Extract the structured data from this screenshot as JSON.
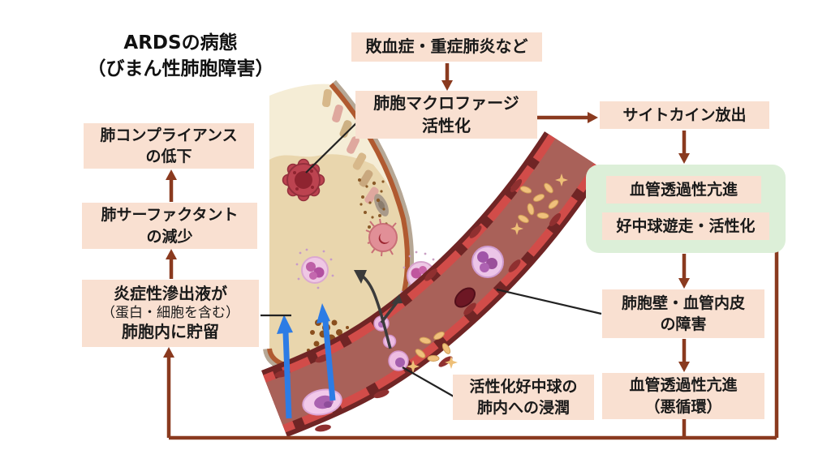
{
  "title": {
    "line1": "ARDSの病態",
    "line2": "（びまん性肺胞障害）"
  },
  "nodes": {
    "sepsis": "敗血症・重症肺炎など",
    "macrophage_l1": "肺胞マクロファージ",
    "macrophage_l2": "活性化",
    "cytokine": "サイトカイン放出",
    "permeability": "血管透過性亢進",
    "neutrophil": "好中球遊走・活性化",
    "wall_l1": "肺胞壁・血管内皮",
    "wall_l2": "の障害",
    "vicious_l1": "血管透過性亢進",
    "vicious_l2": "（悪循環）",
    "compliance_l1": "肺コンプライアンス",
    "compliance_l2": "の低下",
    "surfactant_l1": "肺サーファクタント",
    "surfactant_l2": "の減少",
    "exudate_l1": "炎症性滲出液が",
    "exudate_l2": "（蛋白・細胞を含む）",
    "exudate_l3": "肺胞内に貯留",
    "infiltration_l1": "活性化好中球の",
    "infiltration_l2": "肺内への浸潤"
  },
  "colors": {
    "node_bg": "#f9e0d1",
    "green_panel_bg": "#dcefd8",
    "flow_arrow": "#8a3a1f",
    "leak_arrow_blue": "#2d7ce5",
    "pointer_line": "#222222",
    "text": "#1a1a1a",
    "vessel_wall": "#702525",
    "vessel_interior": "#a96159",
    "endothelium_red": "#d24c49",
    "alveolus_air": "#f5edd6",
    "alveolus_fluid": "#e9d6ad"
  }
}
